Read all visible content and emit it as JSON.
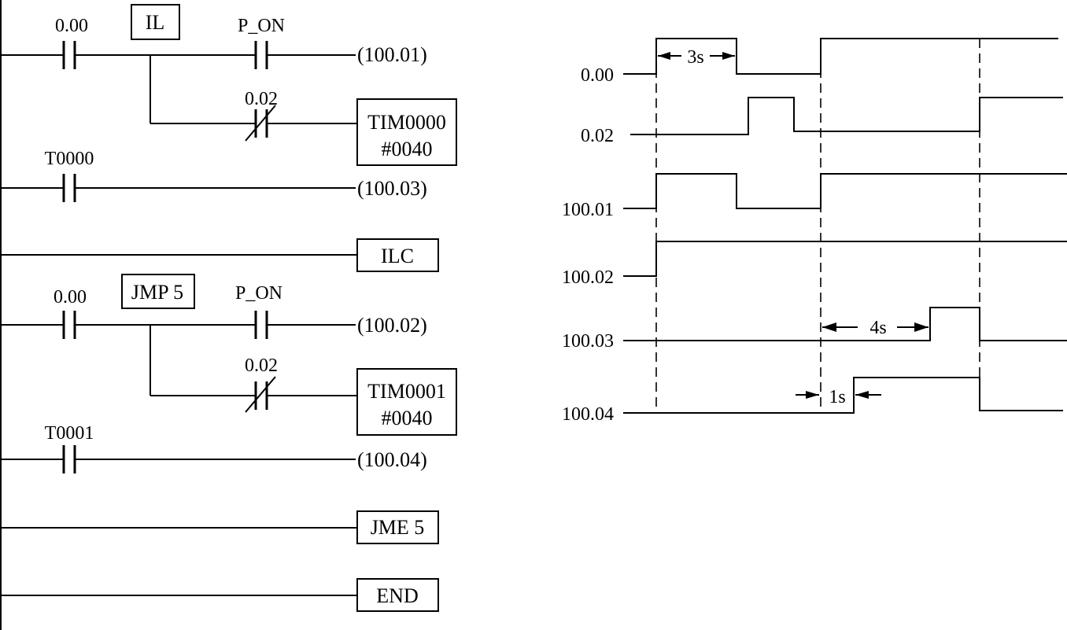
{
  "ladder": {
    "rung1": {
      "contact": "0.00",
      "instruction": "IL",
      "contact2": "P_ON",
      "coil": "(100.01)",
      "branch_contact": "0.02",
      "timer": "TIM0000",
      "timer_setting": "#0040"
    },
    "rung2": {
      "contact": "T0000",
      "coil": "(100.03)"
    },
    "rung3": {
      "instruction": "ILC"
    },
    "rung4": {
      "contact": "0.00",
      "instruction": "JMP 5",
      "contact2": "P_ON",
      "coil": "(100.02)",
      "branch_contact": "0.02",
      "timer": "TIM0001",
      "timer_setting": "#0040"
    },
    "rung5": {
      "contact": "T0001",
      "coil": "(100.04)"
    },
    "rung6": {
      "instruction": "JME 5"
    },
    "rung7": {
      "instruction": "END"
    }
  },
  "timing": {
    "signals": [
      "0.00",
      "0.02",
      "100.01",
      "100.02",
      "100.03",
      "100.04"
    ],
    "annotations": {
      "pulse_width": "3s",
      "delay_on": "4s",
      "delay_gap": "1s"
    }
  }
}
